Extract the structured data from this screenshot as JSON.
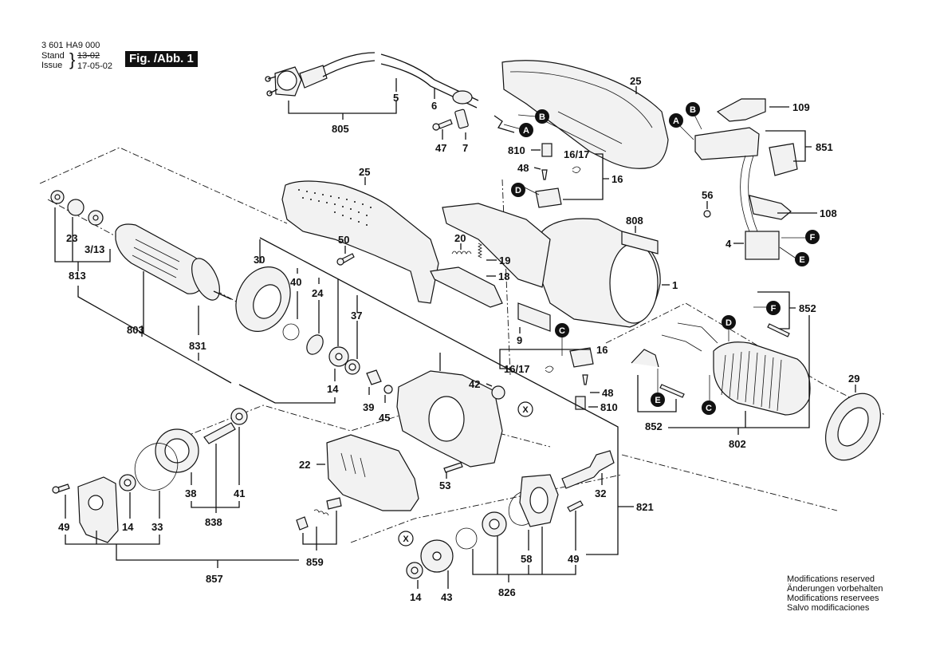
{
  "header": {
    "doc_number": "3 601 HA9 000",
    "stand_label": "Stand",
    "issue_label": "Issue",
    "old_date": "13-02",
    "issue_date": "17-05-02",
    "figure": "Fig. /Abb. 1"
  },
  "notes": [
    "Modifications reserved",
    "Änderungen vorbehalten",
    "Modifications reservees",
    "Salvo modificaciones"
  ],
  "connectors": [
    "A",
    "B",
    "C",
    "D",
    "E",
    "F"
  ],
  "cross_ref": "X",
  "labels": {
    "p805": "805",
    "p5": "5",
    "p6": "6",
    "p47": "47",
    "p7": "7",
    "p25a": "25",
    "p25b": "25",
    "p109": "109",
    "p851": "851",
    "p108": "108",
    "p56": "56",
    "p4": "4",
    "p810a": "810",
    "p48a": "48",
    "p1617a": "16/17",
    "p16a": "16",
    "p808": "808",
    "p1": "1",
    "p20": "20",
    "p19": "19",
    "p18": "18",
    "p50": "50",
    "p9": "9",
    "p16b": "16",
    "p1617b": "16/17",
    "p48b": "48",
    "p810b": "810",
    "p852a": "852",
    "p852b": "852",
    "p802": "802",
    "p29": "29",
    "p23": "23",
    "p313": "3/13",
    "p813": "813",
    "p803": "803",
    "p831": "831",
    "p30": "30",
    "p40": "40",
    "p24": "24",
    "p37": "37",
    "p14a": "14",
    "p39": "39",
    "p45": "45",
    "p42": "42",
    "p22": "22",
    "p53": "53",
    "p32": "32",
    "p821": "821",
    "p38": "38",
    "p41": "41",
    "p838": "838",
    "p49a": "49",
    "p14b": "14",
    "p33": "33",
    "p857": "857",
    "p859": "859",
    "p58": "58",
    "p49b": "49",
    "p826": "826",
    "p14c": "14",
    "p43": "43"
  }
}
